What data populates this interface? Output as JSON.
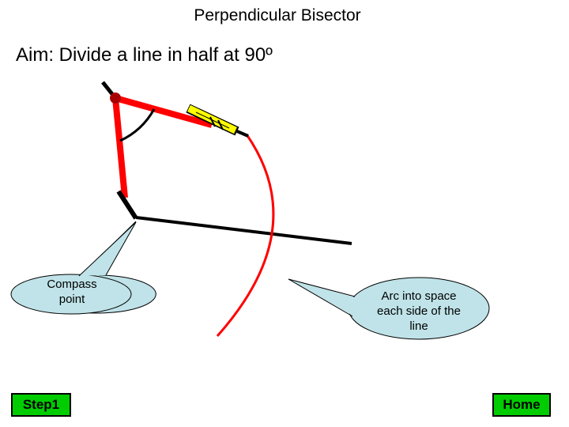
{
  "title": "Perpendicular Bisector",
  "aim": "Aim: Divide a line in half at 90º",
  "callouts": {
    "compass_point": "Compass point",
    "arc": "Arc into space each side of the line"
  },
  "buttons": {
    "step": "Step1",
    "home": "Home"
  },
  "colors": {
    "compass": "#ff0000",
    "pencil": "#ffff00",
    "callout_fill": "#bfe3e8",
    "button": "#00cc00",
    "line": "#000000"
  },
  "icons": [
    "compass-icon",
    "pencil-icon"
  ]
}
